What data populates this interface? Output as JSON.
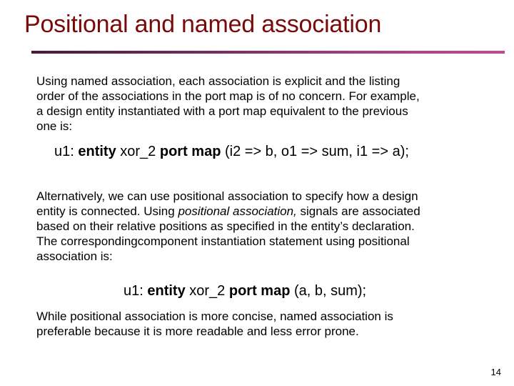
{
  "slide": {
    "title": "Positional and named association",
    "page_number": "14",
    "colors": {
      "title": "#7a0a0a",
      "rule_start": "#4a1a3c",
      "rule_end": "#c04a92",
      "body_text": "#000000"
    }
  },
  "paragraph1": {
    "lines": [
      "Using named association, each association is explicit and the listing",
      "order of the associations in the port map is of no concern. For example,",
      "a design entity instantiated with a port map equivalent to the previous",
      "one is:"
    ]
  },
  "code1": {
    "label": "u1: ",
    "kw_entity": "entity",
    "entity_name": " xor_2 ",
    "kw_port_map": "port map",
    "args": " (i2 => b, o1 => sum, i1 => a);"
  },
  "paragraph2": {
    "line1": "Alternatively, we can use positional association to specify how a design",
    "line2_pre": "entity is connected. Using ",
    "line2_em": "positional association,",
    "line2_post": " signals are associated",
    "line3": "based on their relative positions as specified in the entity’s declaration.",
    "line4": "The correspondingcomponent instantiation statement using positional",
    "line5": "association is:"
  },
  "code2": {
    "label": "u1: ",
    "kw_entity": "entity",
    "entity_name": " xor_2 ",
    "kw_port_map": "port map",
    "args": " (a, b, sum);"
  },
  "paragraph3": {
    "lines": [
      "While positional association is more concise, named association is",
      "preferable because it is more readable and less error prone."
    ]
  }
}
